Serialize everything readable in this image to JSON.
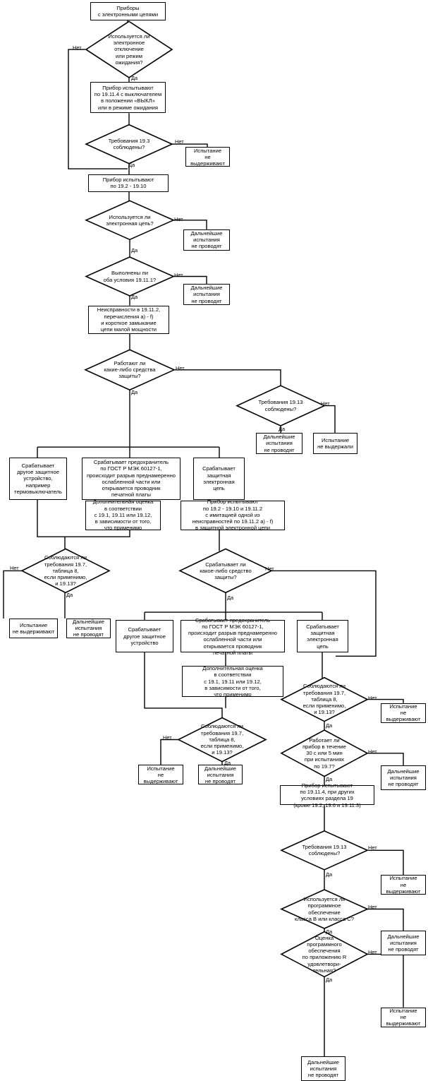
{
  "boxes": {
    "start": "Приборы\nс электронными цепями",
    "p_1911_4": "Прибор испытывают\nпо 19.11.4 с выключателем\nв положении «ВЫКЛ»\nили в режиме ожидания",
    "fail_a": "Испытание\nне выдерживают",
    "p_192_1910": "Прибор испытывают\nпо 19.2 - 19.10",
    "stop_a": "Дальнейшие\nиспытания\nне проводят",
    "stop_b": "Дальнейшие\nиспытания\nне проводят",
    "faults": "Неисправности в 19.11.2,\nперечисления а) - f)\nи короткое замыкание\nцепи малой мощности",
    "stop_c": "Дальнейшие\nиспытания\nне проводят",
    "fail_b": "Испытание\nне выдержали",
    "other_dev_1": "Срабатывает\nдругое защитное\nустройство,\nнапример\nтермовыключатель",
    "fuse_1": "Срабатывает предохранитель\nпо ГОСТ Р МЭК 60127-1,\nпроисходит разрыв преднамеренно\nослабленной части или\nоткрывается проводник\nпечатной платы",
    "prot_circ_1": "Срабатывает\nзащитная\nэлектронная\nцепь",
    "eval_1": "Дополнительная оценка\nв соответствии\nс 19.1, 19.11 или 19.12,\nв зависимости от того,\nчто применимо",
    "p_sim": "Прибор испытывают\nпо 19.2 - 19.10 и 19.11.2\nс имитацией одной из\nнеисправностей по 19.11.2 a) - f)\nв защитной электронной цепи",
    "fail_c": "Испытание\nне выдерживают",
    "stop_d": "Дальнейшие\nиспытания\nне проводят",
    "other_dev_2": "Срабатывает\nдругое защитное\nустройство",
    "fuse_2": "Срабатывает предохранитель\nпо ГОСТ Р МЭК 60127-1,\nпроисходит разрыв преднамеренно\nослабленной части или\nоткрывается проводник\nпечатной платы",
    "prot_circ_2": "Срабатывает\nзащитная\nэлектронная\nцепь",
    "eval_2": "Дополнительная оценка\nв соответствии\nс 19.1, 19.11 или 19.12,\nв зависимости от того,\nчто применимо",
    "fail_d": "Испытание\nне выдерживают",
    "fail_e": "Испытание\nне выдерживают",
    "stop_e": "Дальнейшие\nиспытания\nне проводят",
    "stop_f": "Дальнейшие\nиспытания\nне проводят",
    "p_other": "Прибор испытывают\nпо 19.11.4, при других\nусловиях раздела 19\n(кроме 19.2, 19.6 и 19.11.3)",
    "fail_f": "Испытание\nне выдерживают",
    "stop_g": "Дальнейшие\nиспытания\nне проводят",
    "fail_g": "Испытание\nне выдерживают",
    "stop_h": "Дальнейшие\nиспытания\nне проводят"
  },
  "decisions": {
    "d_standby": "Используется ли\nэлектронное\nотключение\nили режим\nожидания?",
    "d_193": "Требования 19.3\nсоблюдены?",
    "d_circuit": "Используется ли\nэлектронная цепь?",
    "d_19117": "Выполнены ли\nоба условия 19.11.1?",
    "d_protect": "Работают ли\nкакие-либо средства\nзащиты?",
    "d_1913a": "Требования 19.13\nсоблюдены?",
    "d_req_1": "Соблюдаются ли\nтребования 19.7,\nтаблица 8,\nесли применимо,\nи 19.13?",
    "d_protect_2": "Срабатывает ли\nкакое-либо средство\nзащиты?",
    "d_req_2": "Соблюдаются ли\nтребования 19.7,\nтаблица 8,\nесли применимо,\nи 19.13?",
    "d_req_3": "Соблюдаются ли\nтребования 19.7,\nтаблица 8,\nесли применимо,\nи 19.13?",
    "d_works": "Работает ли\nприбор в течение\n30 с или 5 мин\nпри испытаниях\nпо 19.7?",
    "d_1913b": "Требования 19.13\nсоблюдены?",
    "d_software": "Используется ли\nпрограммное обеспечение\nкласса В или класса С?",
    "d_rating": "Оценка\nпрограммного\nобеспечения\nпо приложению R\nудовлетвори-\nтельная?"
  },
  "labels": {
    "yes": "Да",
    "no": "Нет"
  }
}
